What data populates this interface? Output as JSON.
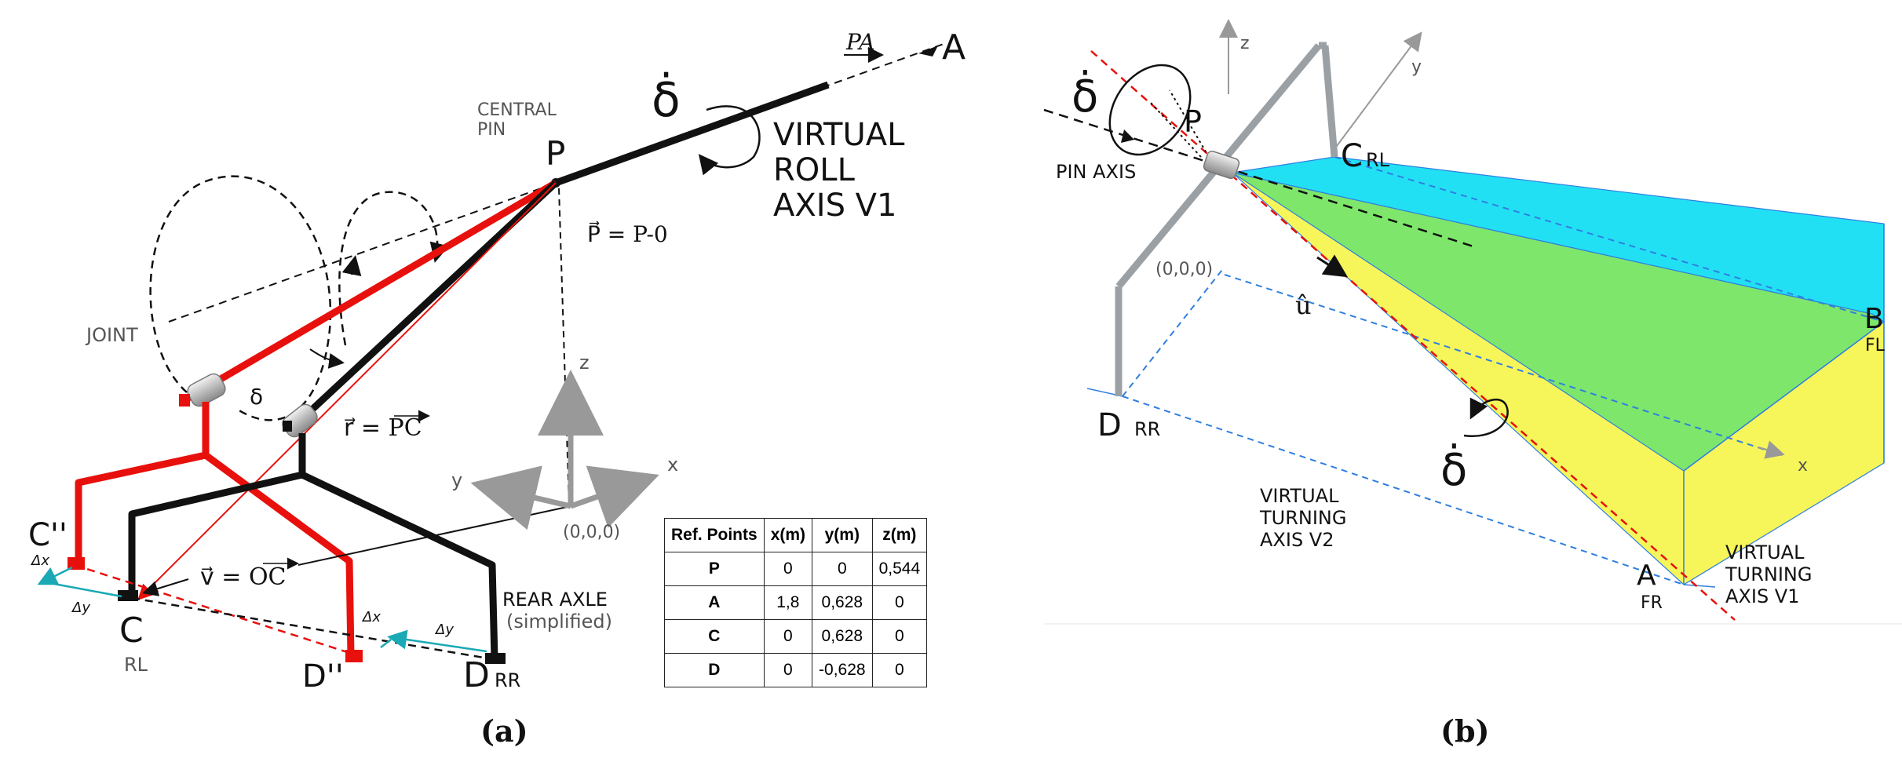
{
  "panel_a": {
    "caption": "(a)",
    "labels": {
      "vec_pa": "PA",
      "point_a": "A",
      "delta_dot": "δ̇",
      "central_pin": "CENTRAL\nPIN",
      "point_p": "P",
      "virtual_roll_axis": [
        "VIRTUAL",
        "ROLL",
        "AXIS V1"
      ],
      "p_eq": "P⃗ = P-0",
      "joint": "JOINT",
      "delta": "δ",
      "r_eq": "r⃗ =  PC",
      "z": "z",
      "y": "y",
      "x": "x",
      "origin": "(0,0,0)",
      "c_pp": "C''",
      "dx1": "Δx",
      "dy1": "Δy",
      "v_eq": "v⃗ =  OC",
      "point_c": "C",
      "rl": "RL",
      "d_pp": "D''",
      "dx2": "Δx",
      "dy2": "Δy",
      "point_d": "D",
      "rr": "RR",
      "rear_axle": "REAR AXLE",
      "simplified": "(simplified)"
    },
    "table": {
      "headers": [
        "Ref. Points",
        "x(m)",
        "y(m)",
        "z(m)"
      ],
      "rows": [
        [
          "P",
          "0",
          "0",
          "0,544"
        ],
        [
          "A",
          "1,8",
          "0,628",
          "0"
        ],
        [
          "C",
          "0",
          "0,628",
          "0"
        ],
        [
          "D",
          "0",
          "-0,628",
          "0"
        ]
      ]
    }
  },
  "panel_b": {
    "caption": "(b)",
    "labels": {
      "delta_dot_top": "δ̇",
      "z": "z",
      "y": "y",
      "point_p": "P",
      "c": "C",
      "rl": "RL",
      "pin_axis": "PIN AXIS",
      "origin": "(0,0,0)",
      "u_hat": "û",
      "b": "B",
      "fl": "FL",
      "d": "D",
      "rr": "RR",
      "x": "x",
      "delta_dot_bottom": "δ̇",
      "virtual_turning_v2": [
        "VIRTUAL",
        "TURNING",
        "AXIS V2"
      ],
      "a": "A",
      "fr": "FR",
      "virtual_turning_v1": [
        "VIRTUAL",
        "TURNING",
        "AXIS V1"
      ]
    }
  },
  "colors": {
    "red": "#e8100c",
    "black": "#111111",
    "cyan": "#22e0f4",
    "green": "#7de66b",
    "yellow": "#f6f65a",
    "teal": "#1aa9b5",
    "blue_dash": "#2f7fe0"
  }
}
